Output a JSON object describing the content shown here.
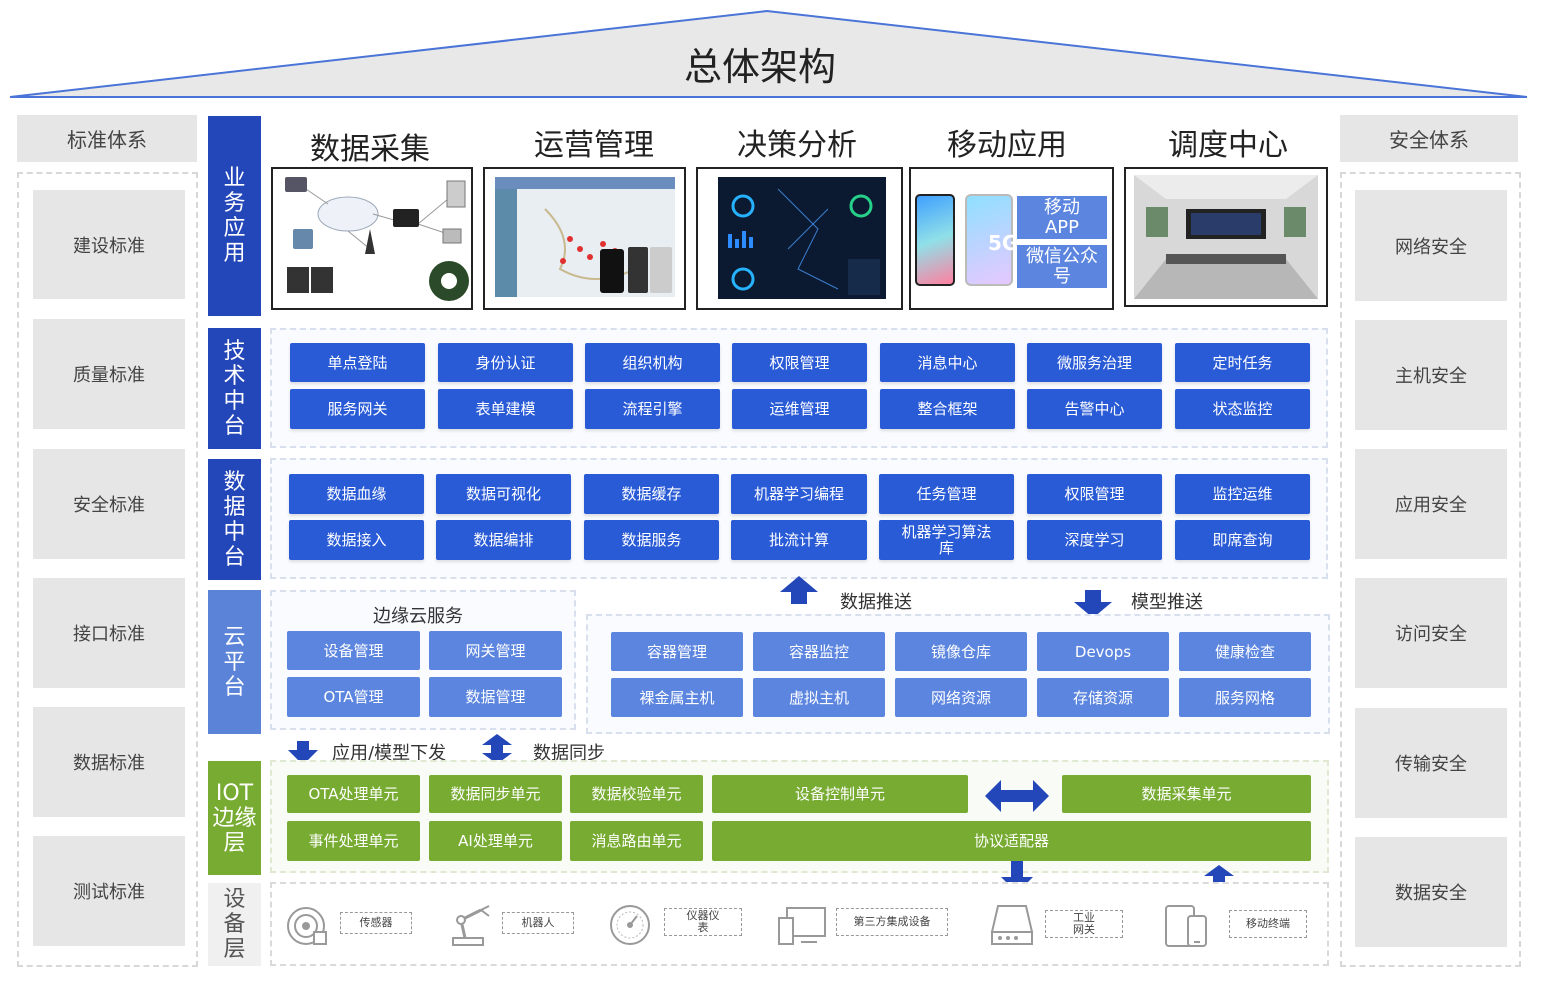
{
  "title": "总体架构",
  "left_panel": {
    "heading": "标准体系",
    "items": [
      "建设标准",
      "质量标准",
      "安全标准",
      "接口标准",
      "数据标准",
      "测试标准"
    ]
  },
  "right_panel": {
    "heading": "安全体系",
    "items": [
      "网络安全",
      "主机安全",
      "应用安全",
      "访问安全",
      "传输安全",
      "数据安全"
    ]
  },
  "layers": {
    "business": "业务应用",
    "tech": "技术中台",
    "data": "数据中台",
    "cloud": "云平台",
    "iot": "IOT边缘层",
    "device": "设备层"
  },
  "apps": [
    {
      "title": "数据采集"
    },
    {
      "title": "运营管理"
    },
    {
      "title": "决策分析"
    },
    {
      "title": "移动应用",
      "badges": [
        "移动APP",
        "微信公众号"
      ],
      "badge_5g": "5G"
    },
    {
      "title": "调度中心"
    }
  ],
  "tech_platform": [
    [
      "单点登陆",
      "身份认证",
      "组织机构",
      "权限管理",
      "消息中心",
      "微服务治理",
      "定时任务"
    ],
    [
      "服务网关",
      "表单建模",
      "流程引擎",
      "运维管理",
      "整合框架",
      "告警中心",
      "状态监控"
    ]
  ],
  "data_platform": [
    [
      "数据血缘",
      "数据可视化",
      "数据缓存",
      "机器学习编程",
      "任务管理",
      "权限管理",
      "监控运维"
    ],
    [
      "数据接入",
      "数据编排",
      "数据服务",
      "批流计算",
      "机器学习算法库",
      "深度学习",
      "即席查询"
    ]
  ],
  "cloud": {
    "edge_title": "边缘云服务",
    "edge_items": [
      [
        "设备管理",
        "网关管理"
      ],
      [
        "OTA管理",
        "数据管理"
      ]
    ],
    "push_up": "数据推送",
    "push_down": "模型推送",
    "main_items": [
      [
        "容器管理",
        "容器监控",
        "镜像仓库",
        "Devops",
        "健康检查"
      ],
      [
        "裸金属主机",
        "虚拟主机",
        "网络资源",
        "存储资源",
        "服务网格"
      ]
    ]
  },
  "flow": {
    "deploy": "应用/模型下发",
    "sync": "数据同步"
  },
  "iot": {
    "row1": [
      "OTA处理单元",
      "数据同步单元",
      "数据校验单元",
      "设备控制单元",
      "数据采集单元"
    ],
    "row2": [
      "事件处理单元",
      "AI处理单元",
      "消息路由单元",
      "协议适配器"
    ]
  },
  "devices": [
    {
      "icon": "sensor-icon",
      "label": "传感器"
    },
    {
      "icon": "robot-arm-icon",
      "label": "机器人"
    },
    {
      "icon": "gauge-icon",
      "label": "仪器仪表"
    },
    {
      "icon": "computer-icon",
      "label": "第三方集成设备"
    },
    {
      "icon": "gateway-icon",
      "label": "工业网关"
    },
    {
      "icon": "mobile-icon",
      "label": "移动终端"
    }
  ],
  "colors": {
    "dark_blue": "#2346b8",
    "button_blue": "#2a5bd7",
    "light_blue": "#5b85df",
    "green": "#77ab31",
    "grey": "#e6e6e6"
  }
}
